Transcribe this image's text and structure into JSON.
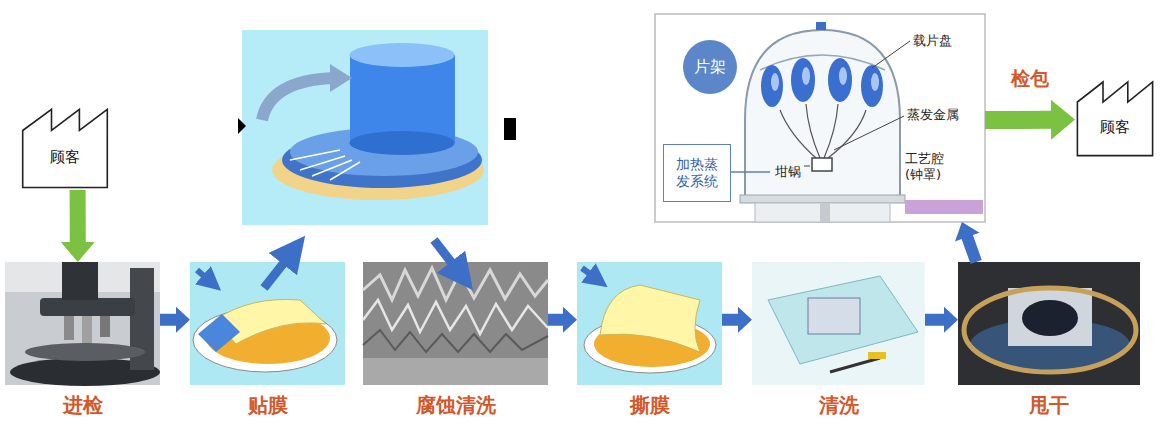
{
  "diagram": {
    "nodes": [
      {
        "text": [
          "顾客"
        ]
      },
      {
        "text": [
          "进检"
        ]
      },
      {
        "text": [
          "贴膜"
        ]
      },
      {
        "text": [
          "腐蚀清洗"
        ]
      },
      {
        "text": [
          "撕膜"
        ]
      },
      {
        "text": [
          "清洗"
        ]
      },
      {
        "text": [
          "甩干"
        ]
      },
      {
        "text": [
          "载片盘",
          "蒸发金属",
          "工艺腔 (钟罩)",
          "坩锅"
        ]
      },
      {
        "text": [
          "片架"
        ],
        "in": 7
      },
      {
        "text": [
          "加热蒸发系统"
        ],
        "in": 7
      },
      {
        "text": [
          "顾客"
        ]
      }
    ],
    "edges": [
      {
        "from": 0,
        "to": 1,
        "arrow": "to"
      },
      {
        "from": 1,
        "to": 2,
        "arrow": "to"
      },
      {
        "from": 3,
        "to": 4,
        "arrow": "to"
      },
      {
        "from": 4,
        "to": 5,
        "arrow": "to"
      },
      {
        "from": 5,
        "to": 6,
        "arrow": "to"
      },
      {
        "from": 6,
        "to": 7,
        "arrow": "to"
      },
      {
        "from": 7,
        "to": 10,
        "label": "检包",
        "arrow": "to"
      }
    ]
  }
}
